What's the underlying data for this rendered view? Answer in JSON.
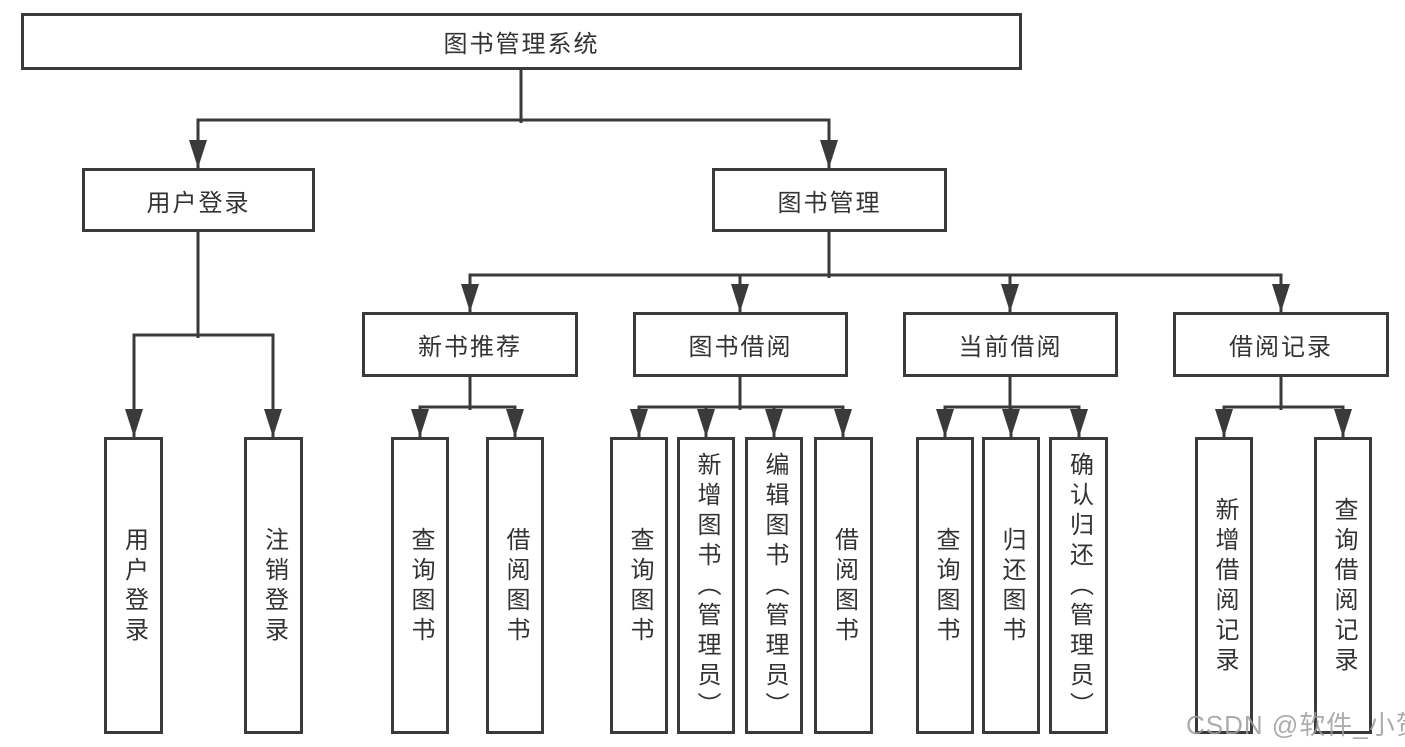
{
  "diagram": {
    "root": {
      "label": "图书管理系统"
    },
    "level2": [
      {
        "label": "用户登录"
      },
      {
        "label": "图书管理"
      }
    ],
    "level3": [
      {
        "label": "新书推荐"
      },
      {
        "label": "图书借阅"
      },
      {
        "label": "当前借阅"
      },
      {
        "label": "借阅记录"
      }
    ],
    "leaves": {
      "user_login": [
        {
          "label": "用户登录"
        },
        {
          "label": "注销登录"
        }
      ],
      "new_book": [
        {
          "label": "查询图书"
        },
        {
          "label": "借阅图书"
        }
      ],
      "book_borrow": [
        {
          "label": "查询图书"
        },
        {
          "label": "新增图书（管理员）"
        },
        {
          "label": "编辑图书（管理员）"
        },
        {
          "label": "借阅图书"
        }
      ],
      "current_borrow": [
        {
          "label": "查询图书"
        },
        {
          "label": "归还图书"
        },
        {
          "label": "确认归还（管理员）"
        }
      ],
      "borrow_records": [
        {
          "label": "新增借阅记录"
        },
        {
          "label": "查询借阅记录"
        }
      ]
    },
    "watermark": "CSDN @软件_小贺同学",
    "colors": {
      "line": "#3a3a3a",
      "text": "#333333",
      "watermark": "#9e9e9e",
      "background": "#ffffff"
    }
  }
}
